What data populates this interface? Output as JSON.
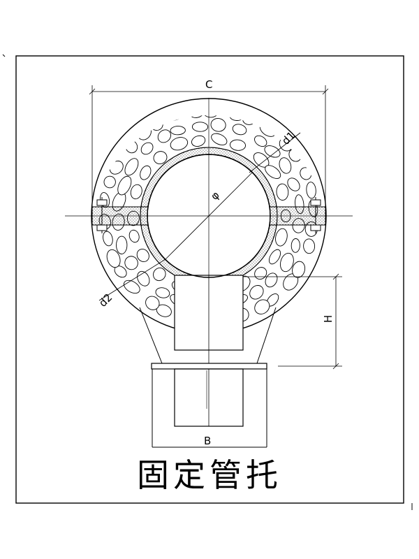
{
  "title": "固定管托",
  "labels": {
    "c": "C",
    "h": "H",
    "b": "B",
    "phi": "φ",
    "d1": "d1",
    "d2": "d2"
  }
}
